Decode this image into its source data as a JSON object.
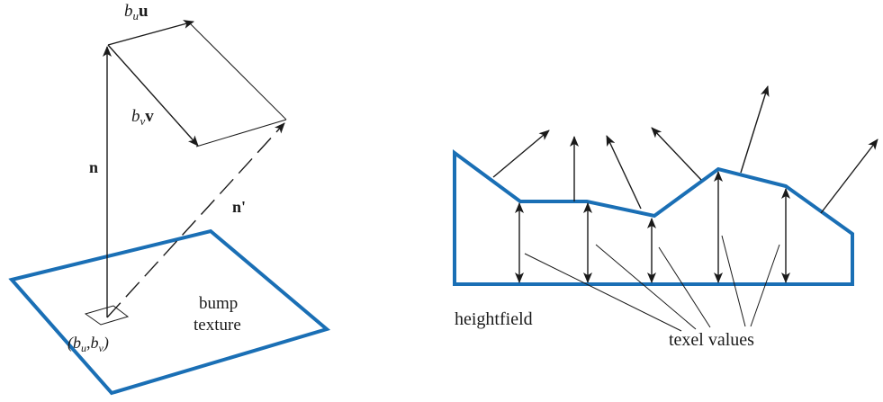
{
  "left_diagram": {
    "normal_label": "n",
    "perturbed_normal_label": "n'",
    "u_label": {
      "coef": "b",
      "sub": "u",
      "vec": "u"
    },
    "v_label": {
      "coef": "b",
      "sub": "v",
      "vec": "v"
    },
    "texture_label_line1": "bump",
    "texture_label_line2": "texture",
    "coord_label": {
      "open": "(",
      "b1": "b",
      "s1": "u",
      "comma": ",",
      "b2": "b",
      "s2": "v",
      "close": ")"
    }
  },
  "right_diagram": {
    "heightfield_label": "heightfield",
    "texel_label": "texel values"
  },
  "colors": {
    "surface_outline": "#1a6fb5",
    "lines": "#1a1a1a"
  }
}
